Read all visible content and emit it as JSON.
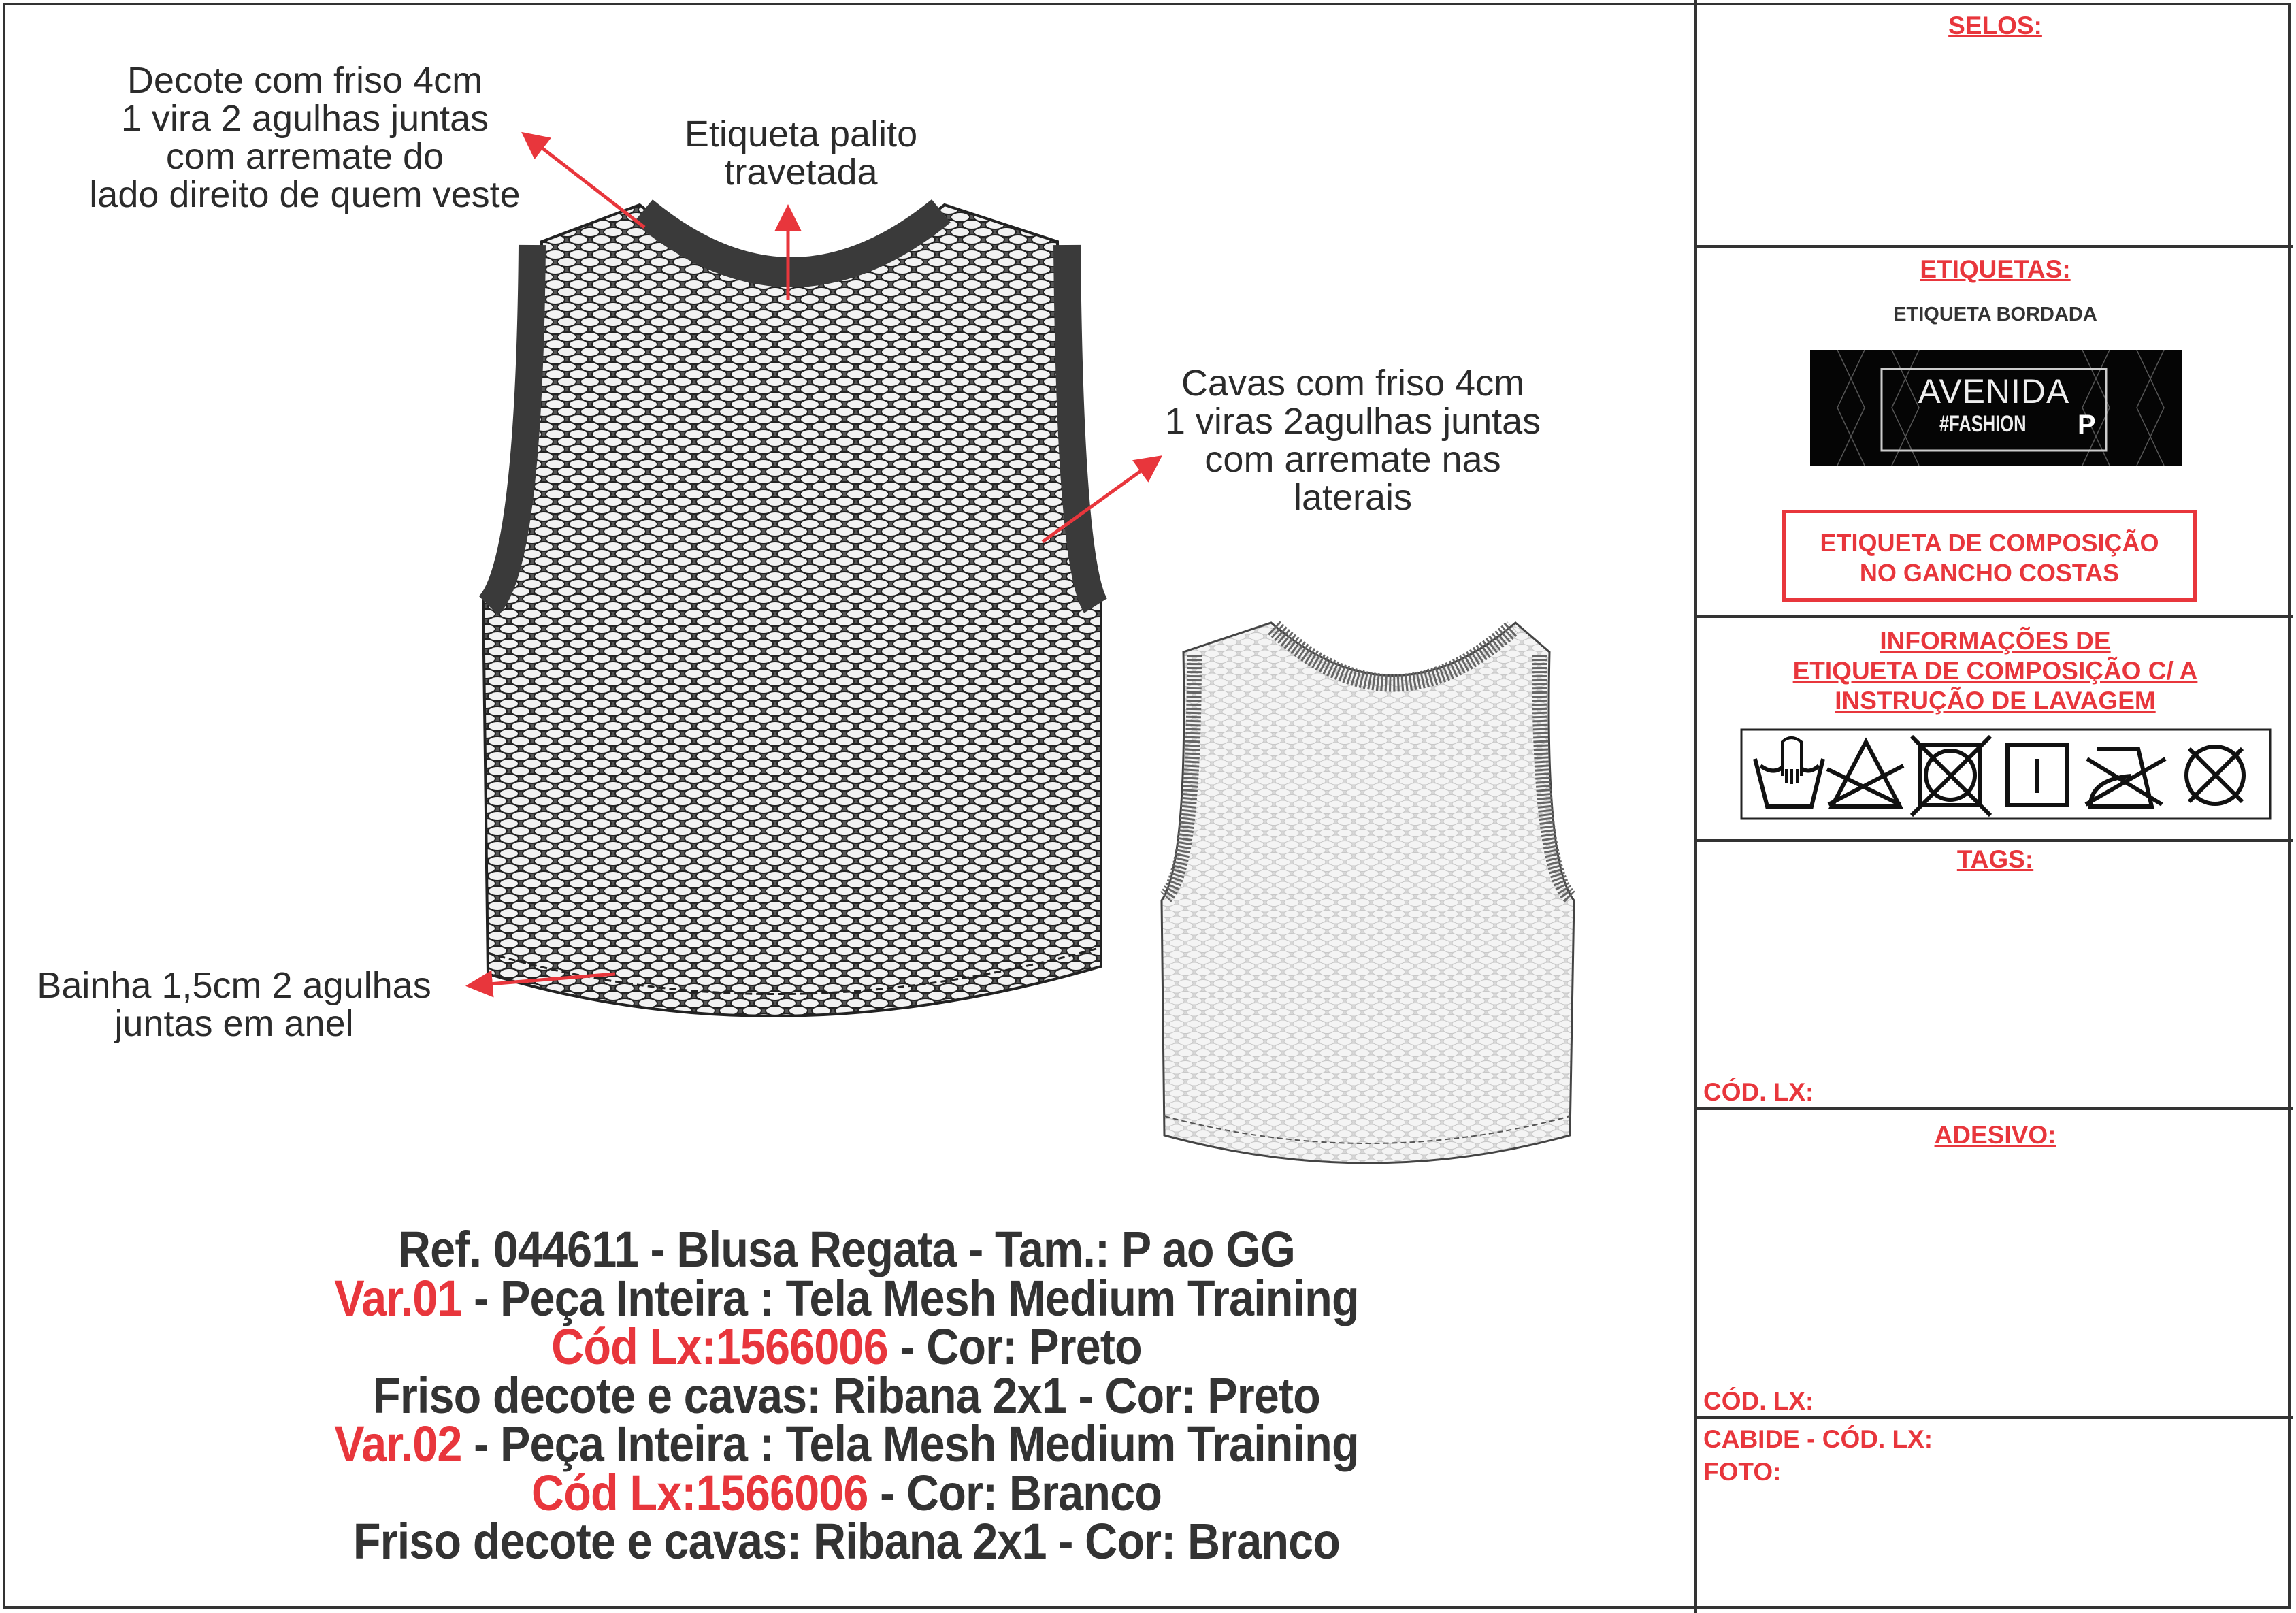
{
  "annotations": {
    "decote": [
      "Decote com friso 4cm",
      "1 vira 2 agulhas juntas",
      "com arremate do",
      "lado direito de quem veste"
    ],
    "etiqueta": [
      "Etiqueta palito",
      "travetada"
    ],
    "cavas": [
      "Cavas com friso 4cm",
      "1 viras 2agulhas juntas",
      "com arremate nas",
      "laterais"
    ],
    "bainha": [
      "Bainha 1,5cm 2 agulhas",
      "juntas em anel"
    ]
  },
  "spec": {
    "line1": "Ref. 044611 - Blusa Regata - Tam.: P ao GG",
    "var1_label": "Var.01",
    "var1_text": " - Peça Inteira : Tela Mesh Medium Training",
    "var1_code": "Cód Lx:1566006",
    "var1_color": " - Cor: Preto",
    "var1_friso": "Friso decote e cavas: Ribana 2x1 - Cor: Preto",
    "var2_label": "Var.02",
    "var2_text": " - Peça Inteira : Tela Mesh Medium Training",
    "var2_code": "Cód Lx:1566006",
    "var2_color": " - Cor: Branco",
    "var2_friso": "Friso decote e cavas: Ribana 2x1 - Cor: Branco"
  },
  "panel": {
    "selos": "SELOS:",
    "etiquetas": "ETIQUETAS:",
    "etiqueta_bordada": "ETIQUETA BORDADA",
    "brand_label": {
      "name": "AVENIDA",
      "tag": "#FASHION",
      "size": "P"
    },
    "composicao_box": [
      "ETIQUETA DE COMPOSIÇÃO",
      "NO GANCHO COSTAS"
    ],
    "info_title": [
      "INFORMAÇÕES DE",
      "ETIQUETA DE COMPOSIÇÃO C/ A",
      "INSTRUÇÃO DE LAVAGEM"
    ],
    "care_icons": [
      "hand-wash-icon",
      "no-bleach-icon",
      "no-tumble-dry-icon",
      "line-dry-icon",
      "no-iron-icon",
      "no-dry-clean-icon"
    ],
    "tags": "TAGS:",
    "cod_lx_1": "CÓD. LX:",
    "adesivo": "ADESIVO:",
    "cod_lx_2": "CÓD. LX:",
    "cabide": "CABIDE - CÓD. LX:",
    "foto": "FOTO:"
  },
  "colors": {
    "accent": "#e8363c",
    "ink": "#333333"
  }
}
